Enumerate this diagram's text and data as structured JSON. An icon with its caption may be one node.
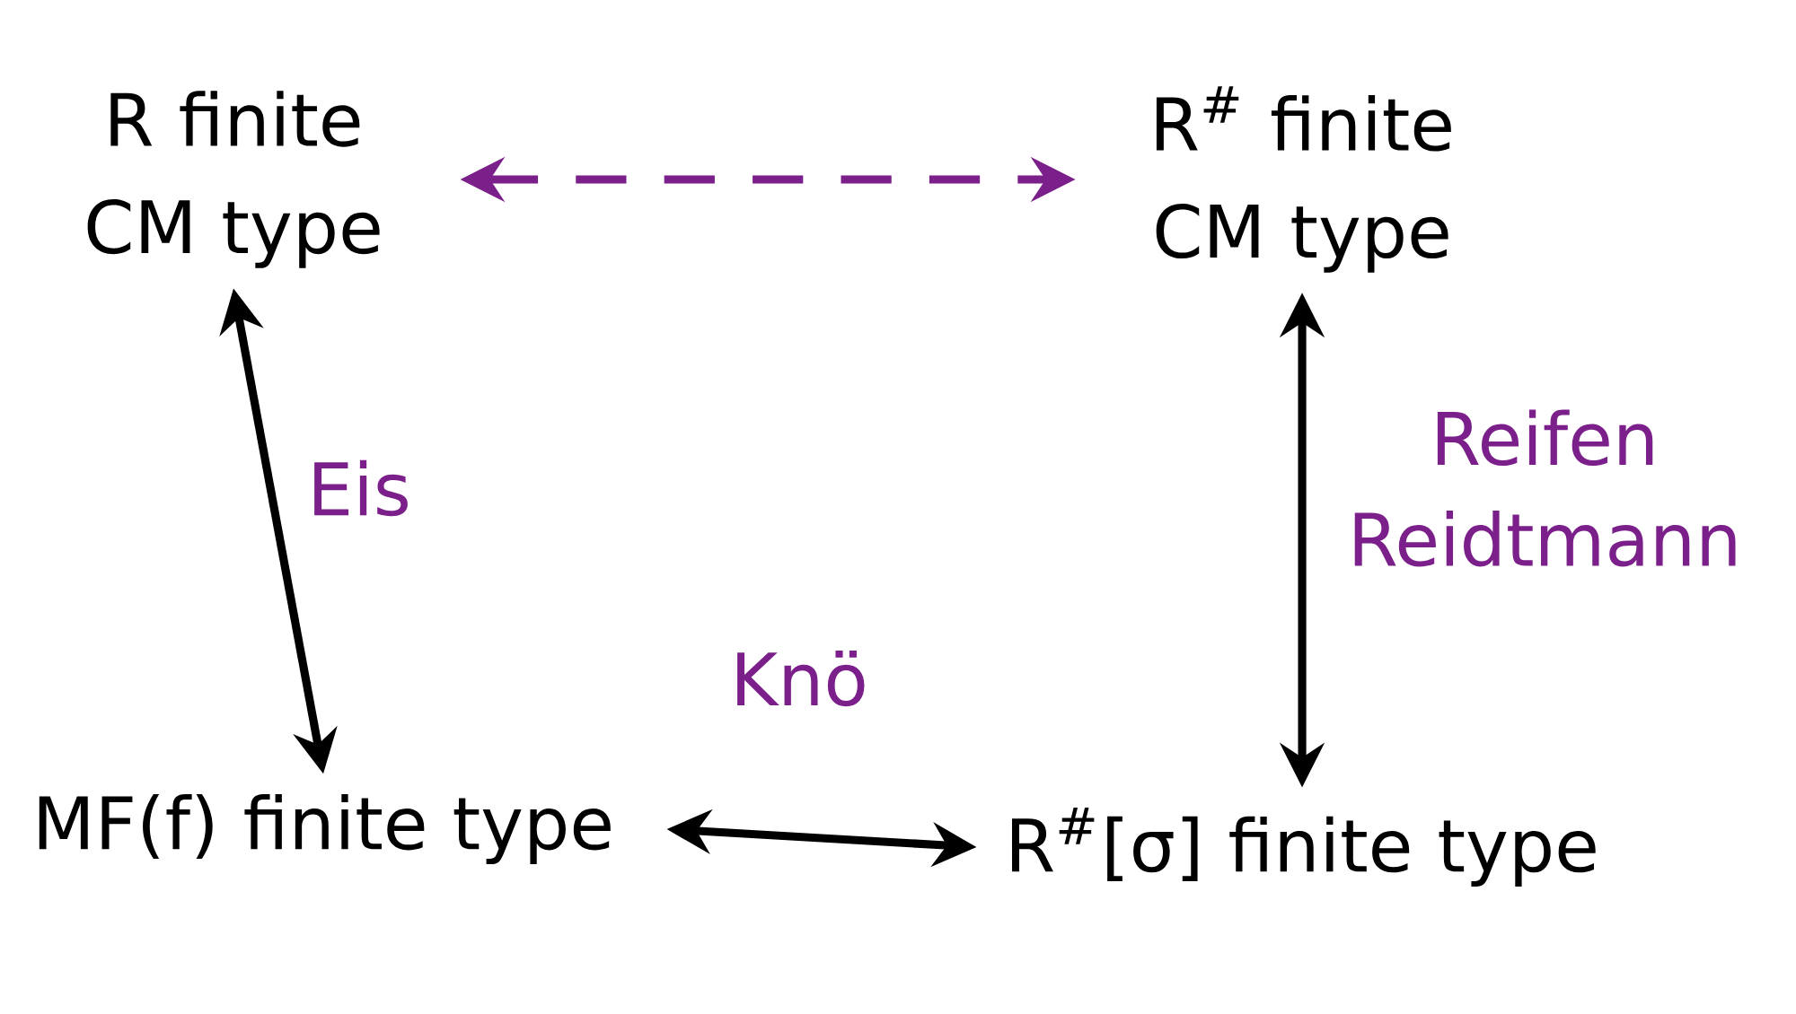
{
  "diagram": {
    "nodes": [
      {
        "text": [
          "R finite CM type"
        ]
      },
      {
        "text": [
          "R$^{#}$ finite CM type"
        ]
      },
      {
        "text": [
          "MF(f) finite type"
        ]
      },
      {
        "text": [
          "R$^{#}$[σ] finite type"
        ]
      }
    ],
    "edges": [
      {
        "from": 0,
        "to": 1,
        "arrow": "both",
        "style": "dashed",
        "color": "#7b1f8a"
      },
      {
        "from": 0,
        "to": 2,
        "arrow": "both",
        "label": "Eis"
      },
      {
        "from": 2,
        "to": 3,
        "arrow": "both",
        "label": "Knö"
      },
      {
        "from": 3,
        "to": 1,
        "arrow": "both",
        "label": "Reifen Reidtmann"
      }
    ]
  }
}
